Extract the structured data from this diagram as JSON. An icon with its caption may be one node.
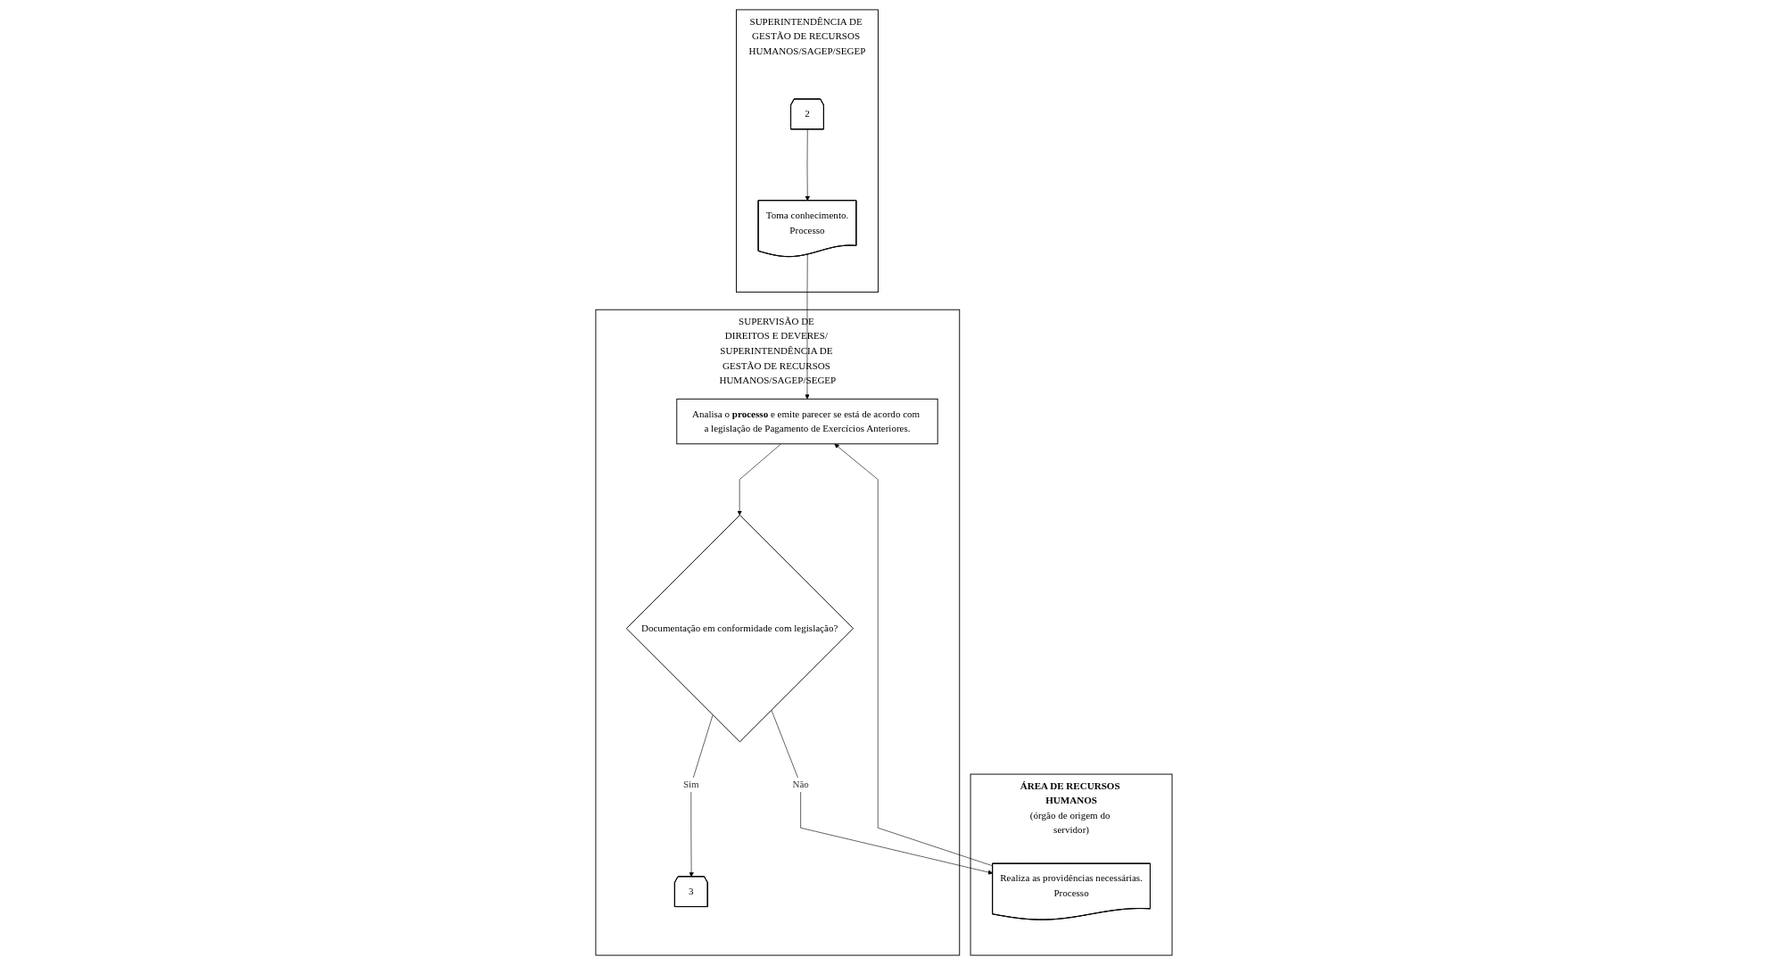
{
  "diagram": {
    "nodes": [
      {
        "text": [
          "SUPERINTENDÊNCIA DE GESTÃO DE RECURSOS HUMANOS/SAGEP/SEGEP"
        ]
      },
      {
        "text": [
          "SUPERVISÃO DE DIREITOS E DEVERES/ SUPERINTENDÊNCIA DE GESTÃO DE RECURSOS HUMANOS/SAGEP/SEGEP"
        ]
      },
      {
        "text": [
          "ÁREA DE RECURSOS HUMANOS",
          "(órgão de origem do servidor)"
        ]
      },
      {
        "text": [
          "2"
        ],
        "in": 0
      },
      {
        "text": [
          "Toma conhecimento.",
          "Processo"
        ],
        "in": 0
      },
      {
        "text": [
          "Analisa o **processo** e emite parecer se está de acordo com a legislação de Pagamento de Exercícios Anteriores."
        ],
        "in": 1
      },
      {
        "text": [
          "Documentação em conformidade com legislação?"
        ],
        "in": 1
      },
      {
        "text": [
          "3"
        ],
        "in": 1
      },
      {
        "text": [
          "Realiza as providências necessárias.",
          "Processo"
        ],
        "in": 2
      }
    ],
    "edges": [
      {
        "from": 3,
        "to": 4,
        "arrow": "to"
      },
      {
        "from": 4,
        "to": 5,
        "arrow": "to"
      },
      {
        "from": 5,
        "to": 6,
        "arrow": "to"
      },
      {
        "from": 6,
        "to": 8,
        "arrow": "to",
        "label": "Não"
      },
      {
        "from": 8,
        "to": 5,
        "arrow": "to"
      },
      {
        "from": 6,
        "to": 7,
        "arrow": "to",
        "label": "Sim"
      }
    ]
  }
}
